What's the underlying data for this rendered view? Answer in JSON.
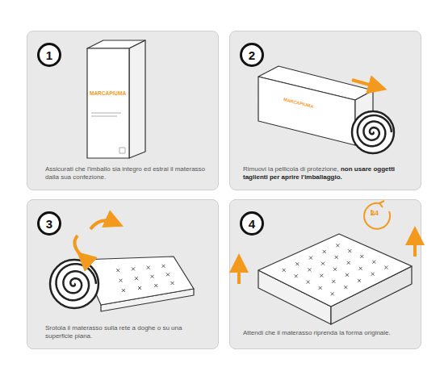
{
  "diagram": {
    "nodes": [
      {
        "text": [
          "Assicurati che l'imballo sia integro ed estrai il materasso dalla sua confezione."
        ]
      },
      {
        "text": [
          "1"
        ],
        "in": 0
      },
      {
        "text": [
          "Rimuovi la pellicola di protezione,",
          "non usare oggetti taglienti per aprire l'imballaggio."
        ]
      },
      {
        "text": [
          "2"
        ],
        "in": 2
      },
      {
        "text": [
          "Srotola il materasso sulla rete a doghe o su una superficie piana."
        ]
      },
      {
        "text": [
          "3"
        ],
        "in": 4
      },
      {
        "text": [
          "Attendi che il materasso riprenda la forma originale."
        ]
      },
      {
        "text": [
          "4"
        ],
        "in": 6
      }
    ],
    "labels": [
      "MARCAPIUMA",
      "MARCAPIUMA",
      "24"
    ]
  }
}
